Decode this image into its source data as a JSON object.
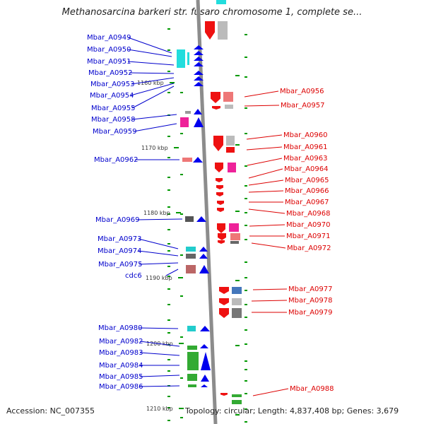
{
  "title": "Methanosarcina barkeri str. fusaro chromosome 1, complete se...",
  "footer": {
    "accession": "Accession: NC_007355",
    "topology": "Topology: circular; Length: 4,837,408 bp; Genes: 3,679"
  },
  "colors": {
    "left_labels": "#0000cc",
    "right_labels": "#dd0000",
    "backbone": "#8c8c8c",
    "ticks": "#009900"
  },
  "kbp_labels": [
    "1160 kbp",
    "1170 kbp",
    "1180 kbp",
    "1190 kbp",
    "1200 kbp",
    "1210 kbp"
  ],
  "left_genes": [
    "Mbar_A0949",
    "Mbar_A0950",
    "Mbar_A0951",
    "Mbar_A0952",
    "Mbar_A0953",
    "Mbar_A0954",
    "Mbar_A0955",
    "Mbar_A0958",
    "Mbar_A0959",
    "Mbar_A0962",
    "Mbar_A0969",
    "Mbar_A0973",
    "Mbar_A0974",
    "Mbar_A0975",
    "cdc6",
    "Mbar_A0980",
    "Mbar_A0982",
    "Mbar_A0983",
    "Mbar_A0984",
    "Mbar_A0985",
    "Mbar_A0986"
  ],
  "right_genes": [
    "Mbar_A0956",
    "Mbar_A0957",
    "Mbar_A0960",
    "Mbar_A0961",
    "Mbar_A0963",
    "Mbar_A0964",
    "Mbar_A0965",
    "Mbar_A0966",
    "Mbar_A0967",
    "Mbar_A0968",
    "Mbar_A0970",
    "Mbar_A0971",
    "Mbar_A0972",
    "Mbar_A0977",
    "Mbar_A0978",
    "Mbar_A0979",
    "Mbar_A0988"
  ]
}
